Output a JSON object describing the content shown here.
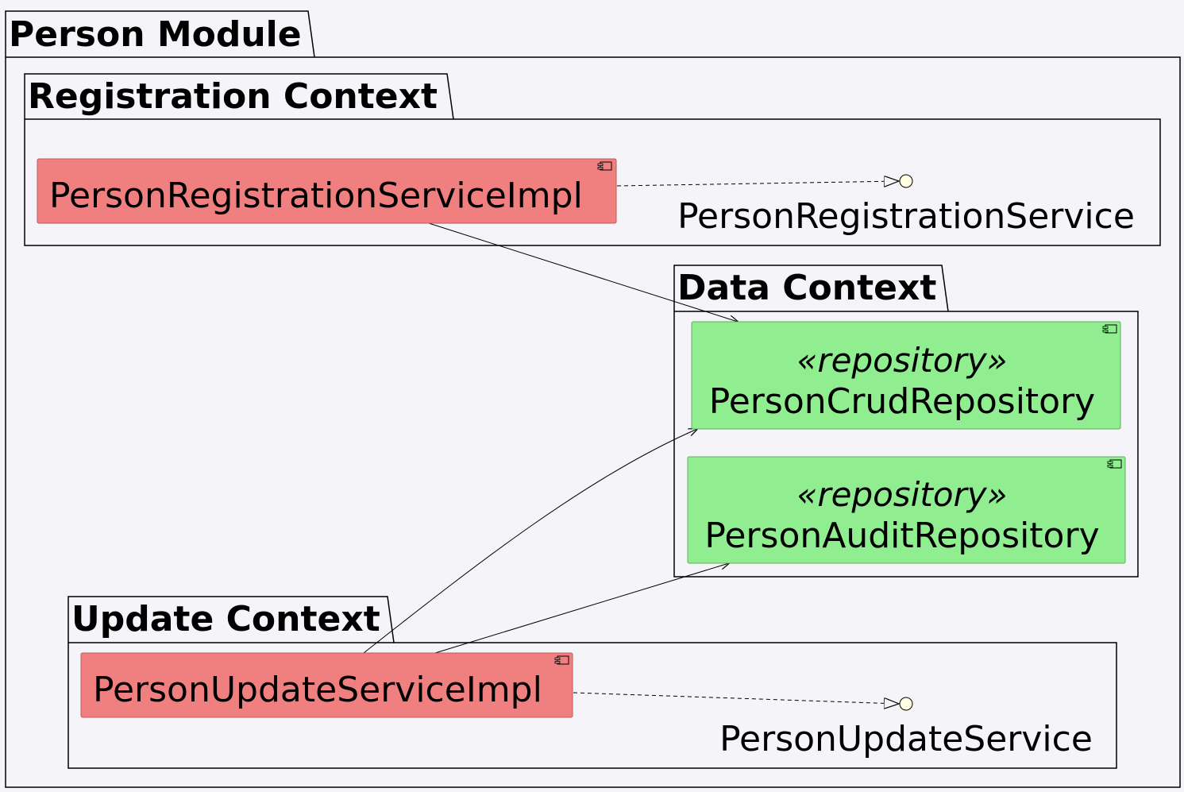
{
  "colors": {
    "background": "#f5f5f9",
    "impl_component": "#f08080",
    "repository_component": "#90ee90",
    "interface_circle": "#fefee2",
    "line": "#000000"
  },
  "packages": {
    "person_module": {
      "title": "Person Module"
    },
    "registration_context": {
      "title": "Registration Context"
    },
    "data_context": {
      "title": "Data Context"
    },
    "update_context": {
      "title": "Update Context"
    }
  },
  "components": {
    "registration_impl": {
      "label": "PersonRegistrationServiceImpl",
      "icon": "component-icon"
    },
    "crud_repository": {
      "stereotype": "«repository»",
      "label": "PersonCrudRepository",
      "icon": "component-icon"
    },
    "audit_repository": {
      "stereotype": "«repository»",
      "label": "PersonAuditRepository",
      "icon": "component-icon"
    },
    "update_impl": {
      "label": "PersonUpdateServiceImpl",
      "icon": "component-icon"
    }
  },
  "interfaces": {
    "registration_service": {
      "label": "PersonRegistrationService"
    },
    "update_service": {
      "label": "PersonUpdateService"
    }
  },
  "relations": [
    {
      "from": "PersonRegistrationServiceImpl",
      "to": "PersonRegistrationService",
      "kind": "realization"
    },
    {
      "from": "PersonRegistrationServiceImpl",
      "to": "PersonCrudRepository",
      "kind": "dependency"
    },
    {
      "from": "PersonUpdateServiceImpl",
      "to": "PersonCrudRepository",
      "kind": "dependency"
    },
    {
      "from": "PersonUpdateServiceImpl",
      "to": "PersonAuditRepository",
      "kind": "dependency"
    },
    {
      "from": "PersonUpdateServiceImpl",
      "to": "PersonUpdateService",
      "kind": "realization"
    }
  ]
}
